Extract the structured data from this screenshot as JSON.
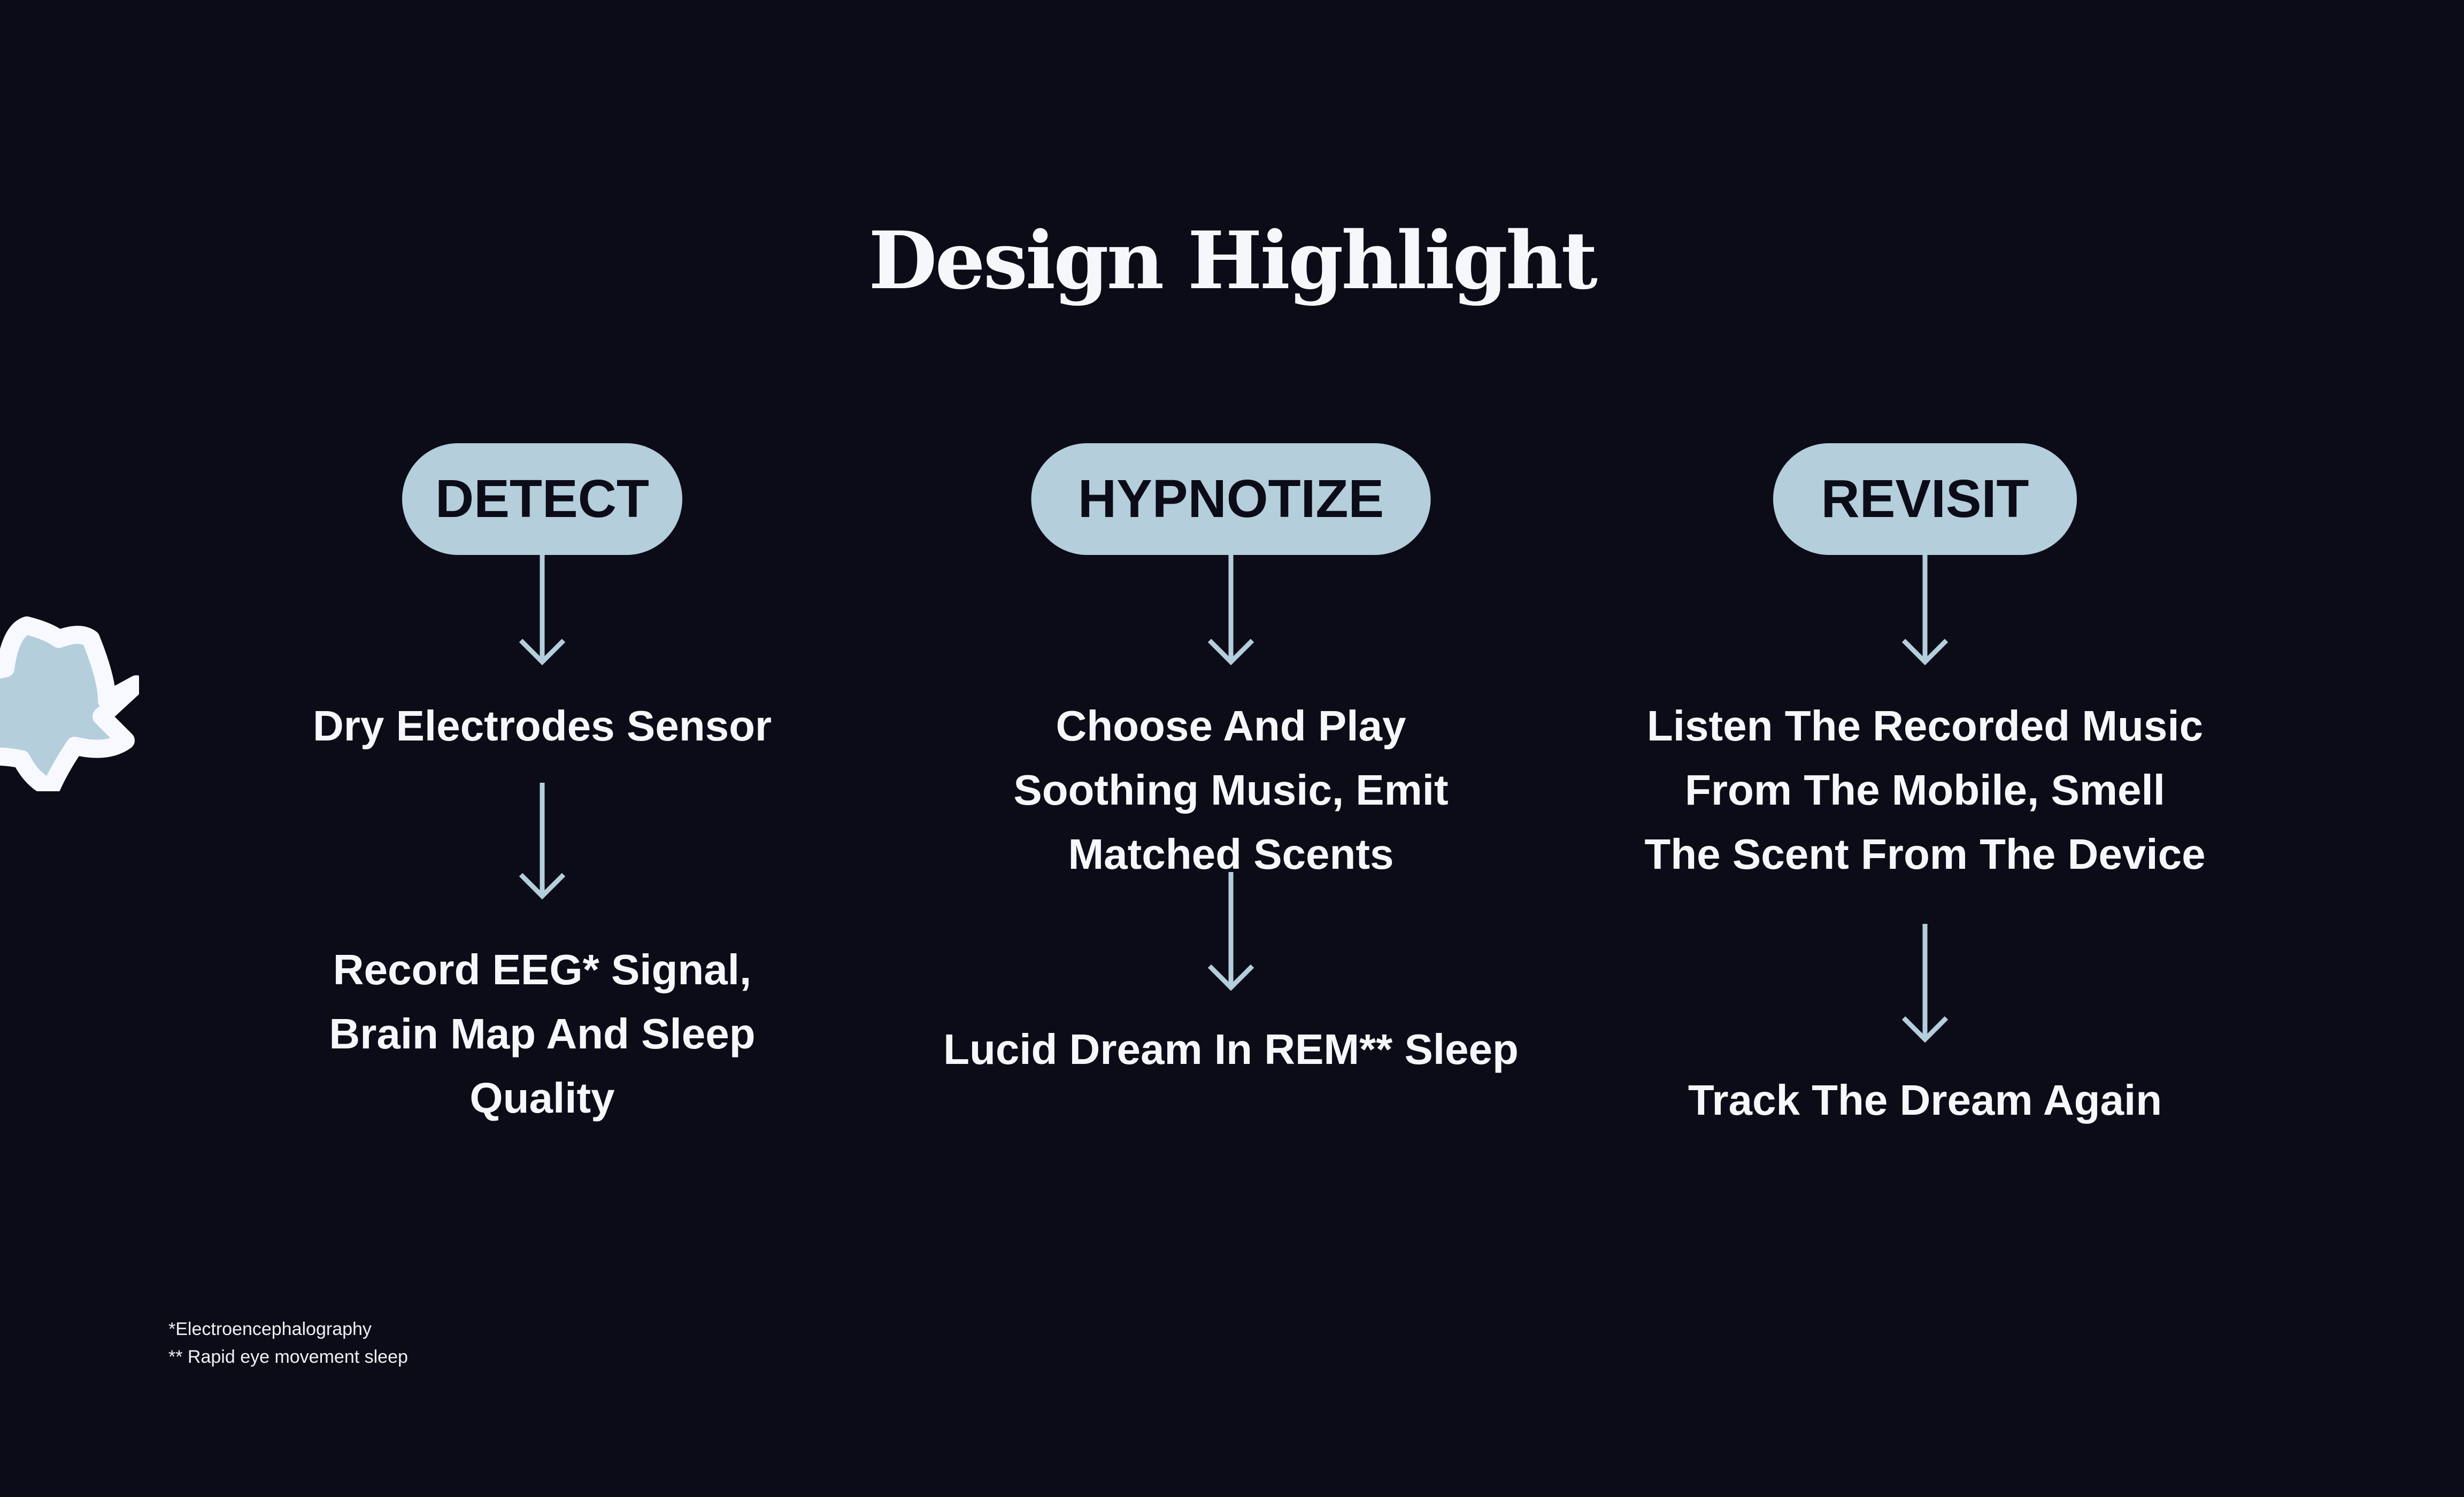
{
  "title": "Design Highlight",
  "columns": [
    {
      "label": "DETECT",
      "steps": [
        "Dry Electrodes Sensor",
        "Record EEG* Signal, Brain Map And Sleep Quality"
      ]
    },
    {
      "label": "HYPNOTIZE",
      "steps": [
        "Choose And Play Soothing Music, Emit Matched Scents",
        "Lucid Dream In REM** Sleep"
      ]
    },
    {
      "label": "REVISIT",
      "steps": [
        "Listen The Recorded Music From The Mobile, Smell The Scent From The Device",
        "Track The Dream Again"
      ]
    }
  ],
  "footnotes": [
    "*Electroencephalography",
    "** Rapid eye movement sleep"
  ],
  "colors": {
    "background": "#0c0c18",
    "accent": "#b4cedb",
    "text": "#f6f7fb"
  }
}
